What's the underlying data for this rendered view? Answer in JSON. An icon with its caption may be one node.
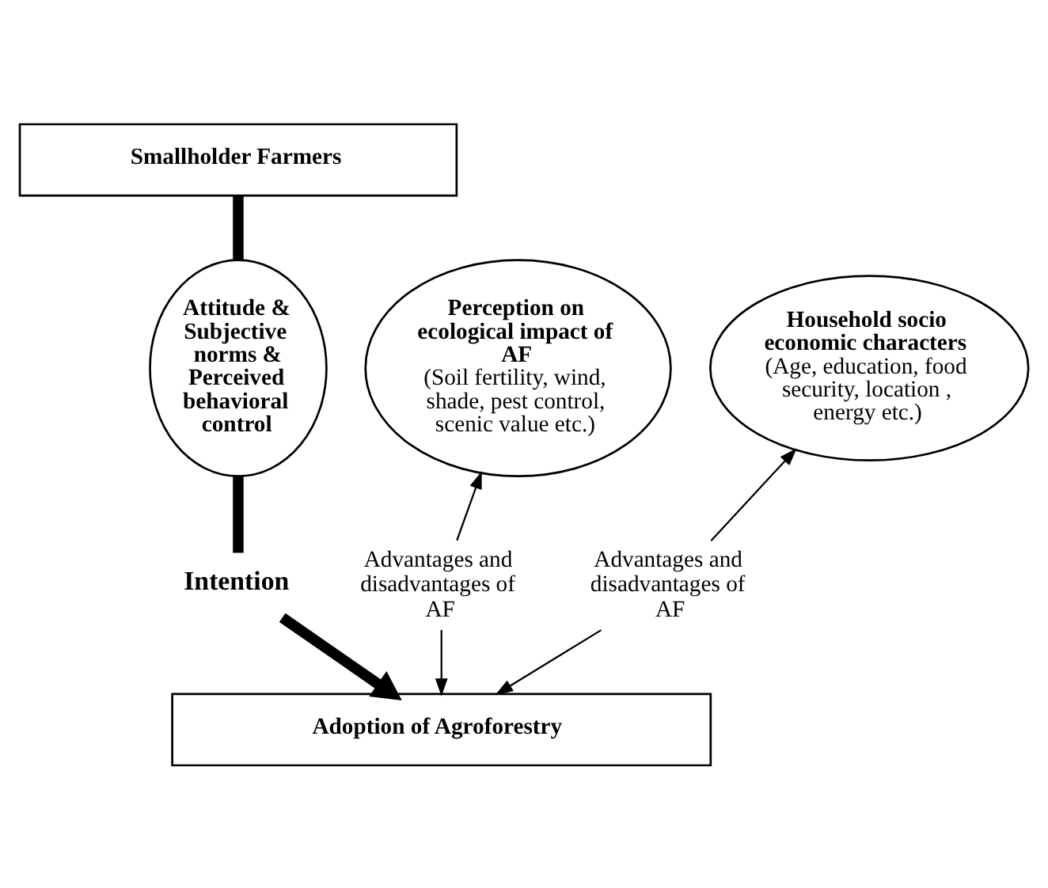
{
  "diagram": {
    "nodes": [
      {
        "text": [
          "Smallholder Farmers"
        ]
      },
      {
        "text": [
          "Perception on ecological impact of AF",
          "(Soil fertility, wind, shade, pest control, scenic value etc.)"
        ]
      },
      {
        "text": [
          "Attitude & Subjective norms & Perceived behavioral control"
        ]
      },
      {
        "text": [
          "Household socio economic characters",
          "(Age, education, food security, location , energy etc.)"
        ]
      },
      {
        "text": [
          "Advantages and disadvantages of AF"
        ]
      },
      {
        "text": [
          "Intention"
        ]
      },
      {
        "text": [
          "Advantages and disadvantages of AF"
        ]
      },
      {
        "text": [
          "Adoption of Agroforestry"
        ]
      }
    ],
    "edges": [
      {
        "from": 0,
        "to": 2,
        "arrow": "none",
        "style": "thick"
      },
      {
        "from": 2,
        "to": 5,
        "arrow": "none",
        "style": "thick"
      },
      {
        "from": 5,
        "to": 7,
        "arrow": "to",
        "style": "thick"
      },
      {
        "from": 4,
        "to": 1,
        "arrow": "to"
      },
      {
        "from": 4,
        "to": 7,
        "arrow": "to"
      },
      {
        "from": 6,
        "to": 3,
        "arrow": "to"
      },
      {
        "from": 6,
        "to": 7,
        "arrow": "to"
      }
    ]
  }
}
